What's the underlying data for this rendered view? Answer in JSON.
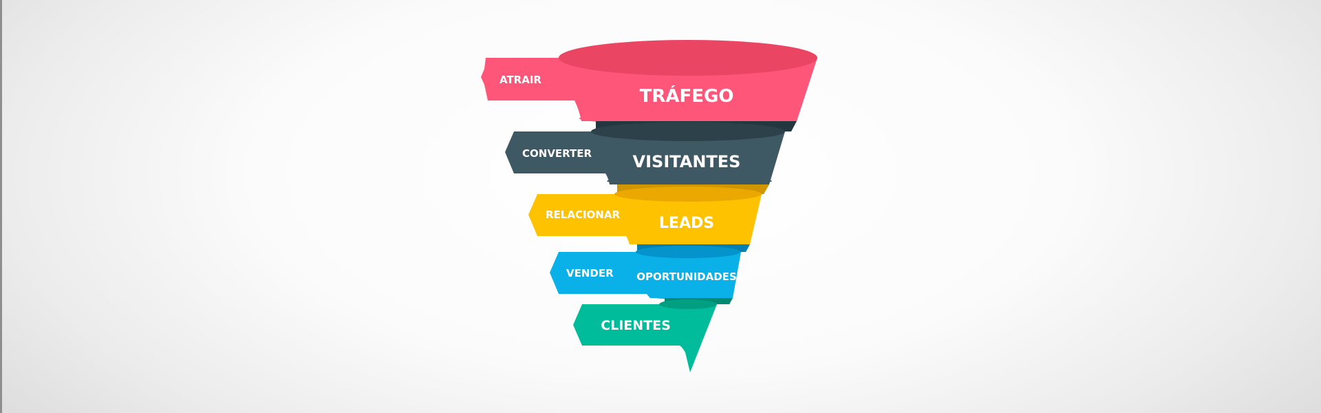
{
  "funnel": {
    "stages": [
      {
        "name": "TRÁFEGO",
        "action": "ATRAIR",
        "color": "#fe5679",
        "shade": "#ea4664",
        "dark": "#c93a55"
      },
      {
        "name": "VISITANTES",
        "action": "CONVERTER",
        "color": "#3e5964",
        "shade": "#2c414a",
        "dark": "#243740"
      },
      {
        "name": "LEADS",
        "action": "RELACIONAR",
        "color": "#ffc200",
        "shade": "#eaa800",
        "dark": "#d19500"
      },
      {
        "name": "OPORTUNIDADES",
        "action": "VENDER",
        "color": "#0ab0e8",
        "shade": "#0494cb",
        "dark": "#0380b0"
      },
      {
        "name": "CLIENTES",
        "action": "",
        "color": "#00bc9a",
        "shade": "#009f82",
        "dark": "#008a70"
      }
    ]
  }
}
